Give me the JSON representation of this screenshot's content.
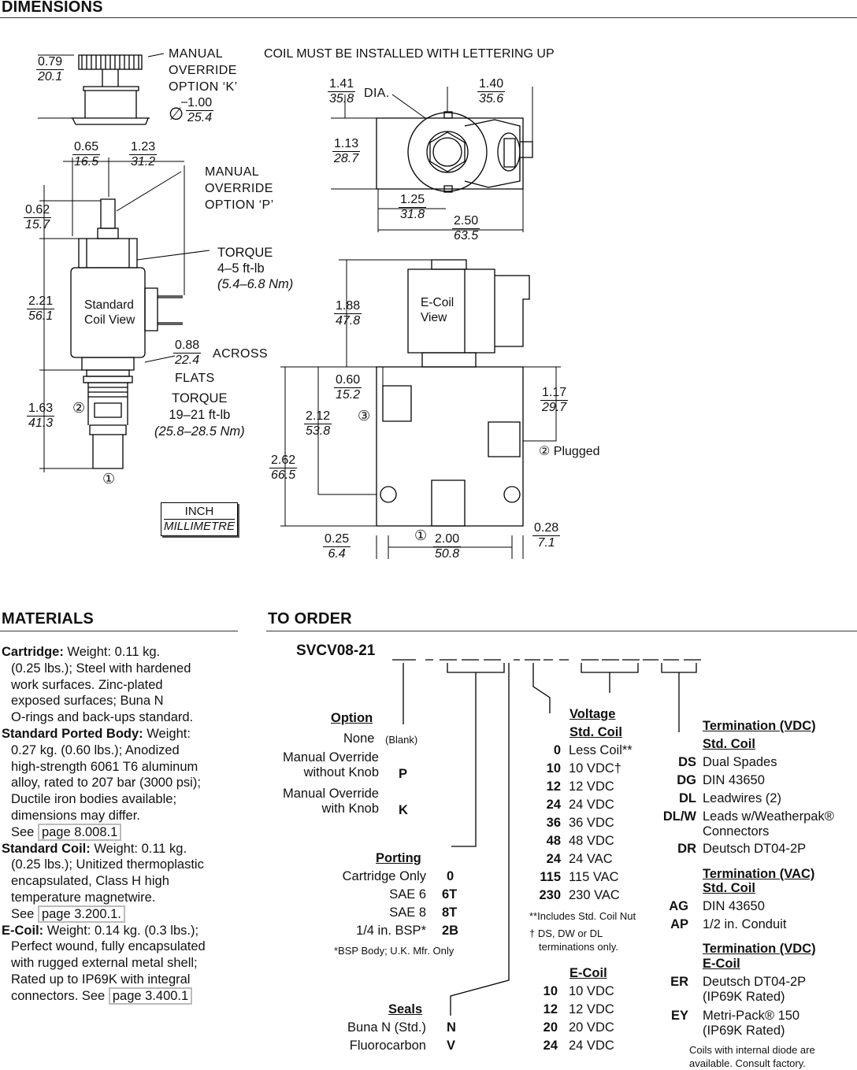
{
  "dimensions": {
    "title": "DIMENSIONS",
    "coil_note": "COIL MUST BE INSTALLED WITH LETTERING UP",
    "unit_box": {
      "inch": "INCH",
      "mm": "MILLIMETRE"
    },
    "knob_label": [
      "MANUAL",
      "OVERRIDE",
      "OPTION ‘K’"
    ],
    "knob_dia_symbol": "∅",
    "override_p_label": [
      "MANUAL",
      "OVERRIDE",
      "OPTION ‘P’"
    ],
    "torque_top": {
      "title": "TORQUE",
      "value": "4–5 ft-lb",
      "metric": "(5.4–6.8 Nm)"
    },
    "torque_bottom": {
      "title": "TORQUE",
      "value": "19–21 ft-lb",
      "metric": "(25.8–28.5 Nm)"
    },
    "standard_coil_view": [
      "Standard",
      "Coil View"
    ],
    "ecoil_view": [
      "E-Coil",
      "View"
    ],
    "across_flats": [
      "ACROSS",
      "FLATS"
    ],
    "dia_label": "DIA.",
    "port_markers": {
      "p1": "①",
      "p2": "②",
      "p3": "③",
      "plugged": "② Plugged",
      "p1_bottom": "①"
    },
    "dims": {
      "d_079": {
        "in": "0.79",
        "mm": "20.1"
      },
      "d_100": {
        "in": "1.00",
        "mm": "25.4"
      },
      "d_065": {
        "in": "0.65",
        "mm": "16.5"
      },
      "d_123": {
        "in": "1.23",
        "mm": "31.2"
      },
      "d_062": {
        "in": "0.62",
        "mm": "15.7"
      },
      "d_221": {
        "in": "2.21",
        "mm": "56.1"
      },
      "d_088": {
        "in": "0.88",
        "mm": "22.4"
      },
      "d_163": {
        "in": "1.63",
        "mm": "41.3"
      },
      "d_141": {
        "in": "1.41",
        "mm": "35.8"
      },
      "d_140": {
        "in": "1.40",
        "mm": "35.6"
      },
      "d_113": {
        "in": "1.13",
        "mm": "28.7"
      },
      "d_125": {
        "in": "1.25",
        "mm": "31.8"
      },
      "d_250": {
        "in": "2.50",
        "mm": "63.5"
      },
      "d_188": {
        "in": "1.88",
        "mm": "47.8"
      },
      "d_060": {
        "in": "0.60",
        "mm": "15.2"
      },
      "d_117": {
        "in": "1.17",
        "mm": "29.7"
      },
      "d_212": {
        "in": "2.12",
        "mm": "53.8"
      },
      "d_262": {
        "in": "2.62",
        "mm": "66.5"
      },
      "d_028": {
        "in": "0.28",
        "mm": "7.1"
      },
      "d_025": {
        "in": "0.25",
        "mm": "6.4"
      },
      "d_200": {
        "in": "2.00",
        "mm": "50.8"
      }
    }
  },
  "materials": {
    "title": "MATERIALS",
    "cartridge": {
      "label": "Cartridge:",
      "lines": [
        " Weight: 0.11 kg.",
        "(0.25 lbs.); Steel with hardened",
        "work surfaces. Zinc-plated",
        "exposed surfaces; Buna N",
        "O-rings and back-ups standard."
      ]
    },
    "body": {
      "label": "Standard Ported Body:",
      "lines": [
        " Weight:",
        "0.27 kg. (0.60 lbs.); Anodized",
        "high-strength 6061 T6 aluminum",
        "alloy, rated to 207 bar (3000 psi);",
        "Ductile iron bodies available;",
        "dimensions may differ.",
        "See",
        "page 8.008.1"
      ]
    },
    "coil": {
      "label": "Standard Coil:",
      "lines": [
        " Weight: 0.11 kg.",
        "(0.25 lbs.); Unitized thermoplastic",
        "encapsulated, Class H high",
        "temperature magnetwire.",
        "See",
        "page 3.200.1."
      ]
    },
    "ecoil": {
      "label": "E-Coil:",
      "lines": [
        " Weight: 0.14 kg. (0.3 lbs.);",
        "Perfect wound, fully encapsulated",
        "with rugged external metal shell;",
        "Rated up to IP69K with integral",
        "connectors. See",
        "page 3.400.1"
      ]
    }
  },
  "order": {
    "title": "TO ORDER",
    "model": "SVCV08-21",
    "option": {
      "head": "Option",
      "rows": [
        {
          "label": "None",
          "code": "(Blank)"
        },
        {
          "label": "Manual Override",
          "label2": "without Knob",
          "code": "P"
        },
        {
          "label": "Manual Override",
          "label2": "with Knob",
          "code": "K"
        }
      ]
    },
    "porting": {
      "head": "Porting",
      "rows": [
        {
          "label": "Cartridge Only",
          "code": "0"
        },
        {
          "label": "SAE 6",
          "code": "6T"
        },
        {
          "label": "SAE 8",
          "code": "8T"
        },
        {
          "label": "1/4 in. BSP*",
          "code": "2B"
        }
      ],
      "footnote": "*BSP Body; U.K. Mfr. Only"
    },
    "seals": {
      "head": "Seals",
      "rows": [
        {
          "label": "Buna N (Std.)",
          "code": "N"
        },
        {
          "label": "Fluorocarbon",
          "code": "V"
        }
      ]
    },
    "voltage": {
      "head1": "Voltage",
      "head2": "Std. Coil",
      "rows": [
        {
          "code": "0",
          "label": "Less Coil**"
        },
        {
          "code": "10",
          "label": "10 VDC†"
        },
        {
          "code": "12",
          "label": "12 VDC"
        },
        {
          "code": "24",
          "label": "24 VDC"
        },
        {
          "code": "36",
          "label": "36 VDC"
        },
        {
          "code": "48",
          "label": "48 VDC"
        },
        {
          "code": "24",
          "label": "24 VAC"
        },
        {
          "code": "115",
          "label": "115 VAC"
        },
        {
          "code": "230",
          "label": "230 VAC"
        }
      ],
      "note1": "**Includes Std. Coil Nut",
      "note2a": "† DS, DW or DL",
      "note2b": "terminations only."
    },
    "ecoil": {
      "head": "E-Coil",
      "rows": [
        {
          "code": "10",
          "label": "10 VDC"
        },
        {
          "code": "12",
          "label": "12 VDC"
        },
        {
          "code": "20",
          "label": "20 VDC"
        },
        {
          "code": "24",
          "label": "24 VDC"
        }
      ]
    },
    "term_vdc": {
      "head1": "Termination (VDC)",
      "head2": "Std. Coil",
      "rows": [
        {
          "code": "DS",
          "label": "Dual Spades"
        },
        {
          "code": "DG",
          "label": "DIN 43650"
        },
        {
          "code": "DL",
          "label": "Leadwires (2)"
        },
        {
          "code": "DL/W",
          "label": "Leads w/Weatherpak®",
          "label2": "Connectors"
        },
        {
          "code": "DR",
          "label": "Deutsch DT04-2P"
        }
      ]
    },
    "term_vac": {
      "head1": "Termination (VAC)",
      "head2": "Std. Coil",
      "rows": [
        {
          "code": "AG",
          "label": "DIN 43650"
        },
        {
          "code": "AP",
          "label": "1/2 in. Conduit"
        }
      ]
    },
    "term_ecoil": {
      "head1": "Termination (VDC)",
      "head2": "E-Coil",
      "rows": [
        {
          "code": "ER",
          "label": "Deutsch DT04-2P",
          "label2": "(IP69K Rated)"
        },
        {
          "code": "EY",
          "label": "Metri-Pack® 150",
          "label2": "(IP69K Rated)"
        }
      ]
    },
    "diode_note": [
      "Coils with internal diode are",
      "available. Consult factory."
    ]
  }
}
